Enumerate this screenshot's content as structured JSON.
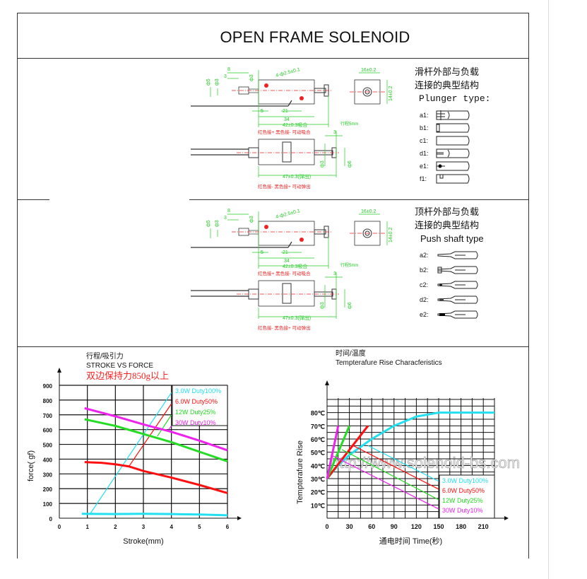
{
  "title": "OPEN FRAME SOLENOID",
  "drawing": {
    "dim_8": "8",
    "dim_3": "3",
    "dim_d5": "ф5",
    "dim_d3a": "ф3",
    "dim_d3b": "ф3",
    "dim_holes": "4-ф2.5±0.1",
    "dim_5": "5",
    "dim_21": "21",
    "dim_34": "34",
    "dim_42": "42±0.3吸合",
    "stroke": "行程5mm",
    "dim_16": "16±0.2",
    "dim_14": "14±0.2",
    "note_top": "红色接+  黑色接-  可动吸合",
    "dim_3b": "3",
    "dim_d3c": "ф3",
    "dim_d6": "ф6",
    "dim_47": "47±0.3(弹出)",
    "note_bottom": "红色接-  黑色接+  可动弹出"
  },
  "plunger": {
    "title_cn1": "滑杆外部与负载",
    "title_cn2": "连接的典型结构",
    "title_en": "Plunger type:",
    "items": [
      "a1:",
      "b1:",
      "c1:",
      "d1:",
      "e1:",
      "f1:"
    ]
  },
  "push": {
    "title_cn1": "顶杆外部与负载",
    "title_cn2": "连接的典型结构",
    "title_en": "Push shaft type",
    "items": [
      "a2:",
      "b2:",
      "c2:",
      "d2:",
      "e2:"
    ]
  },
  "chart_data": [
    {
      "type": "line",
      "title_cn": "行程/吸引力",
      "title": "STROKE VS FORCE",
      "subtitle": "双边保持力850g以上",
      "xlabel": "Stroke(mm)",
      "ylabel": "force( gf)",
      "xlim": [
        0,
        6
      ],
      "ylim": [
        0,
        900
      ],
      "xticks": [
        "0",
        "1",
        "2",
        "3",
        "4",
        "5",
        "6"
      ],
      "yticks": [
        "0",
        "100",
        "200",
        "300",
        "400",
        "500",
        "600",
        "700",
        "800",
        "900"
      ],
      "grid": true,
      "legend_position": "top-right",
      "series": [
        {
          "name": "3.0W Duty100%",
          "color": "#22e0f0",
          "x": [
            0.8,
            2,
            3,
            4,
            5,
            6
          ],
          "y": [
            30,
            28,
            30,
            28,
            25,
            20
          ],
          "leader": [
            [
              1.1,
              30
            ],
            [
              4,
              850
            ]
          ]
        },
        {
          "name": "6.0W Duty50%",
          "color": "#ff1010",
          "x": [
            0.9,
            1.5,
            2,
            2.5,
            3,
            4,
            5,
            6
          ],
          "y": [
            380,
            375,
            365,
            350,
            320,
            275,
            225,
            170
          ],
          "leader": [
            [
              2.5,
              355
            ],
            [
              4,
              775
            ]
          ]
        },
        {
          "name": "12W Duty25%",
          "color": "#22dd22",
          "x": [
            0.9,
            2,
            3,
            4,
            5,
            6
          ],
          "y": [
            670,
            625,
            570,
            515,
            450,
            385
          ],
          "leader": [
            [
              3.5,
              555
            ],
            [
              4,
              700
            ]
          ]
        },
        {
          "name": "30W  Duty10%",
          "color": "#ee22ee",
          "x": [
            0.9,
            2,
            3,
            4,
            5,
            6
          ],
          "y": [
            745,
            690,
            635,
            585,
            525,
            460
          ],
          "leader": [
            [
              3.9,
              600
            ],
            [
              4,
              625
            ]
          ]
        }
      ]
    },
    {
      "type": "line",
      "title_cn": "时间/温度",
      "title": "Tempterafure Rise Characferistics",
      "xlabel": "通电时间  Time(秒)",
      "ylabel": "Tempterafure Rise",
      "xlim": [
        0,
        225
      ],
      "ylim": [
        0,
        90
      ],
      "xticks": [
        "0",
        "30",
        "60",
        "90",
        "120",
        "150",
        "180",
        "210"
      ],
      "yticks": [
        "10℃",
        "20℃",
        "30℃",
        "40℃",
        "50℃",
        "60℃",
        "70℃",
        "80℃"
      ],
      "grid": true,
      "legend_position": "bottom-right",
      "watermark": "http://www.solenoid-bs.com",
      "series": [
        {
          "name": "3.0W Duty100%",
          "color": "#22e0f0",
          "x": [
            0,
            15,
            30,
            60,
            90,
            120,
            150,
            180,
            225
          ],
          "y": [
            30,
            40,
            48,
            60,
            70,
            77,
            80,
            80,
            80
          ],
          "decay": [
            [
              55,
              55
            ],
            [
              150,
              28
            ]
          ]
        },
        {
          "name": "6.0W Duty50%",
          "color": "#ff1010",
          "x": [
            0,
            55
          ],
          "y": [
            30,
            70
          ],
          "decay": [
            [
              35,
              55
            ],
            [
              150,
              22
            ]
          ]
        },
        {
          "name": "12W Duty25%",
          "color": "#22dd22",
          "x": [
            0,
            30
          ],
          "y": [
            30,
            70
          ],
          "decay": [
            [
              20,
              52
            ],
            [
              150,
              14
            ]
          ]
        },
        {
          "name": "30W  Duty10%",
          "color": "#ee22ee",
          "x": [
            0,
            15
          ],
          "y": [
            30,
            70
          ],
          "decay": [
            [
              5,
              48
            ],
            [
              150,
              7
            ]
          ]
        }
      ]
    }
  ]
}
